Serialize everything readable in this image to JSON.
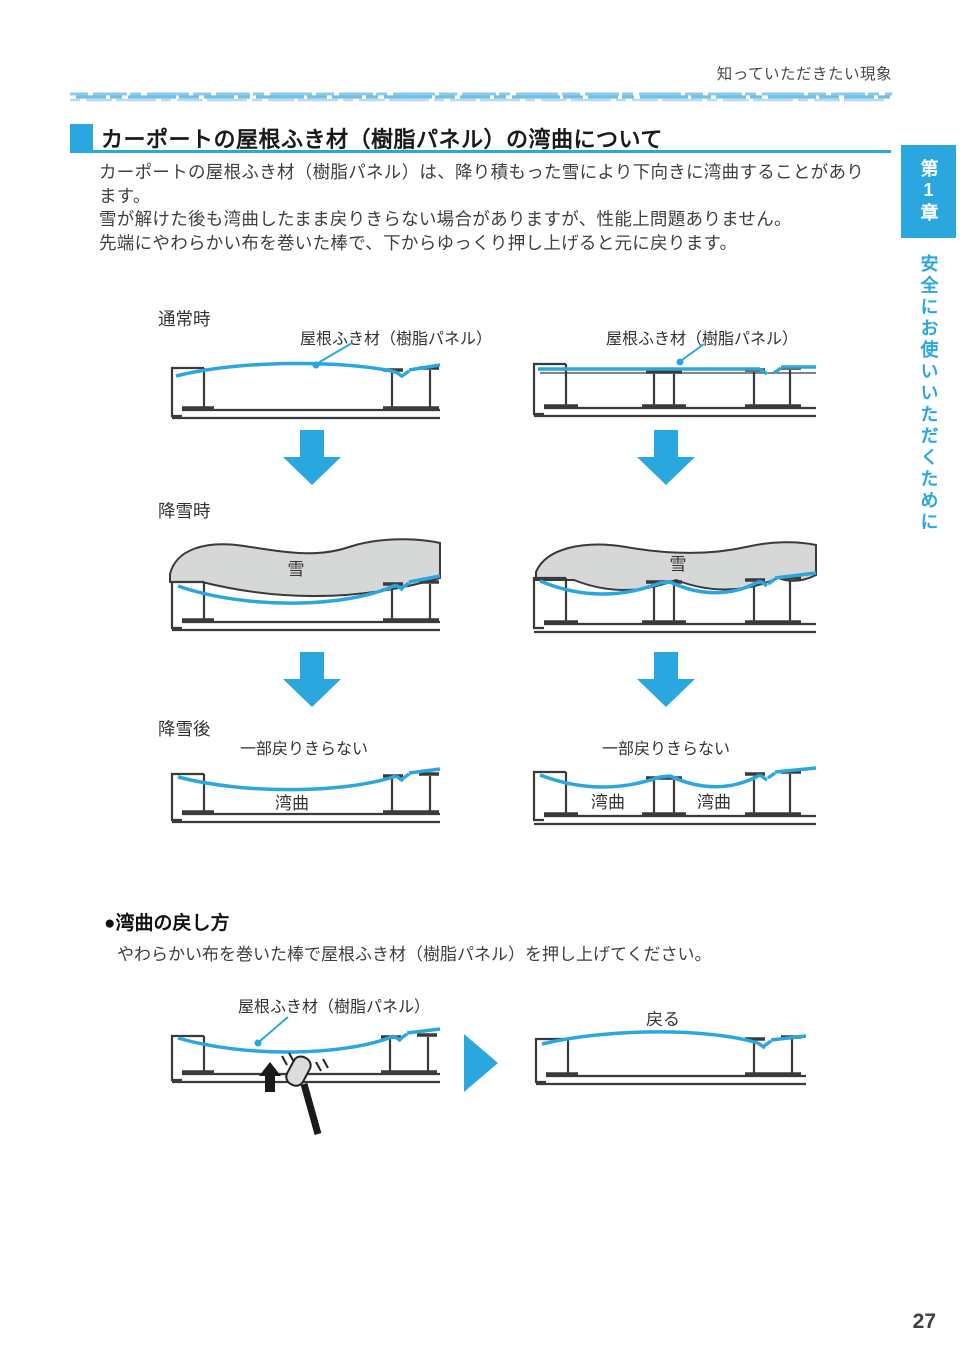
{
  "page": {
    "header_note": "知っていただきたい現象",
    "page_number": "27"
  },
  "sidebar": {
    "chapter": "第1章",
    "tab": "安全にお使いいただくために"
  },
  "section": {
    "title": "カーポートの屋根ふき材（樹脂パネル）の湾曲について",
    "body_lines": [
      "カーポートの屋根ふき材（樹脂パネル）は、降り積もった雪により下向きに湾曲することがあり",
      "ます。",
      "雪が解けた後も湾曲したまま戻りきらない場合がありますが、性能上問題ありません。",
      "先端にやわらかい布を巻いた棒で、下からゆっくり押し上げると元に戻ります。"
    ]
  },
  "figure": {
    "stage_normal": "通常時",
    "stage_snowfall": "降雪時",
    "stage_after": "降雪後",
    "panel_label": "屋根ふき材（樹脂パネル）",
    "snow": "雪",
    "partial": "一部戻りきらない",
    "bend": "湾曲"
  },
  "fix": {
    "heading": "●湾曲の戻し方",
    "body": "やわらかい布を巻いた棒で屋根ふき材（樹脂パネル）を押し上げてください。",
    "panel_label": "屋根ふき材（樹脂パネル）",
    "result": "戻る"
  },
  "colors": {
    "accent": "#2BA7E0",
    "snow_fill": "#D6D7D7",
    "line": "#3a3a3a"
  }
}
